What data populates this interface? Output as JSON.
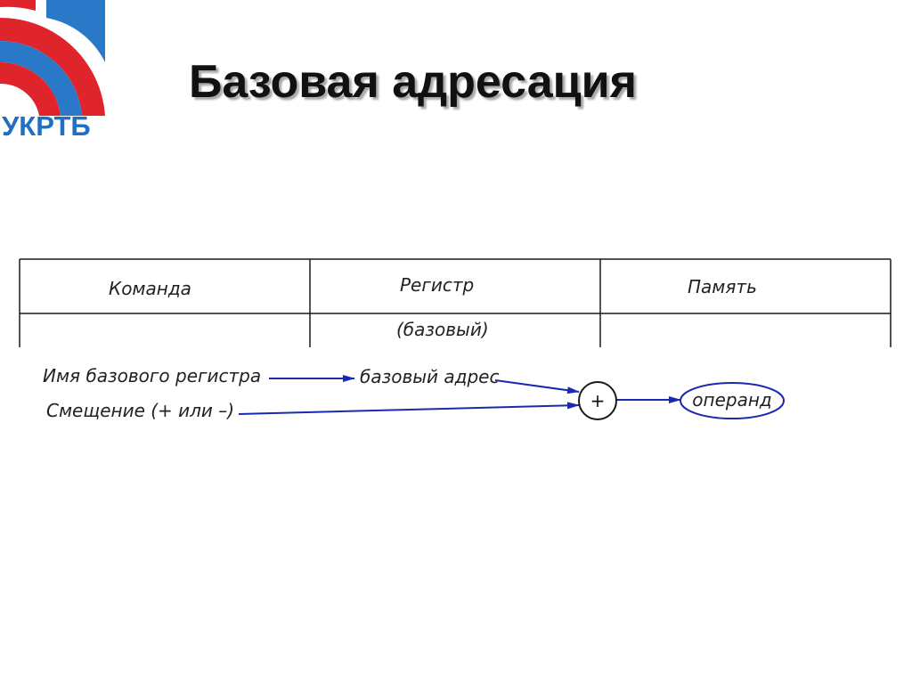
{
  "logo": {
    "text": "УКРТБ",
    "colors": {
      "red": "#e0242b",
      "blue": "#1f6fc2"
    }
  },
  "title": "Базовая адресация",
  "table": {
    "headers": [
      "Команда",
      "Регистр",
      "Память"
    ],
    "register_note": "(базовый)"
  },
  "flow": {
    "base_register_name": "Имя базового регистра",
    "offset": "Смещение (+ или –)",
    "base_address": "базовый адрес",
    "adder": "+",
    "operand": "операнд"
  },
  "colors": {
    "arrow": "#1a2ab0",
    "line": "#1a1a1a"
  }
}
